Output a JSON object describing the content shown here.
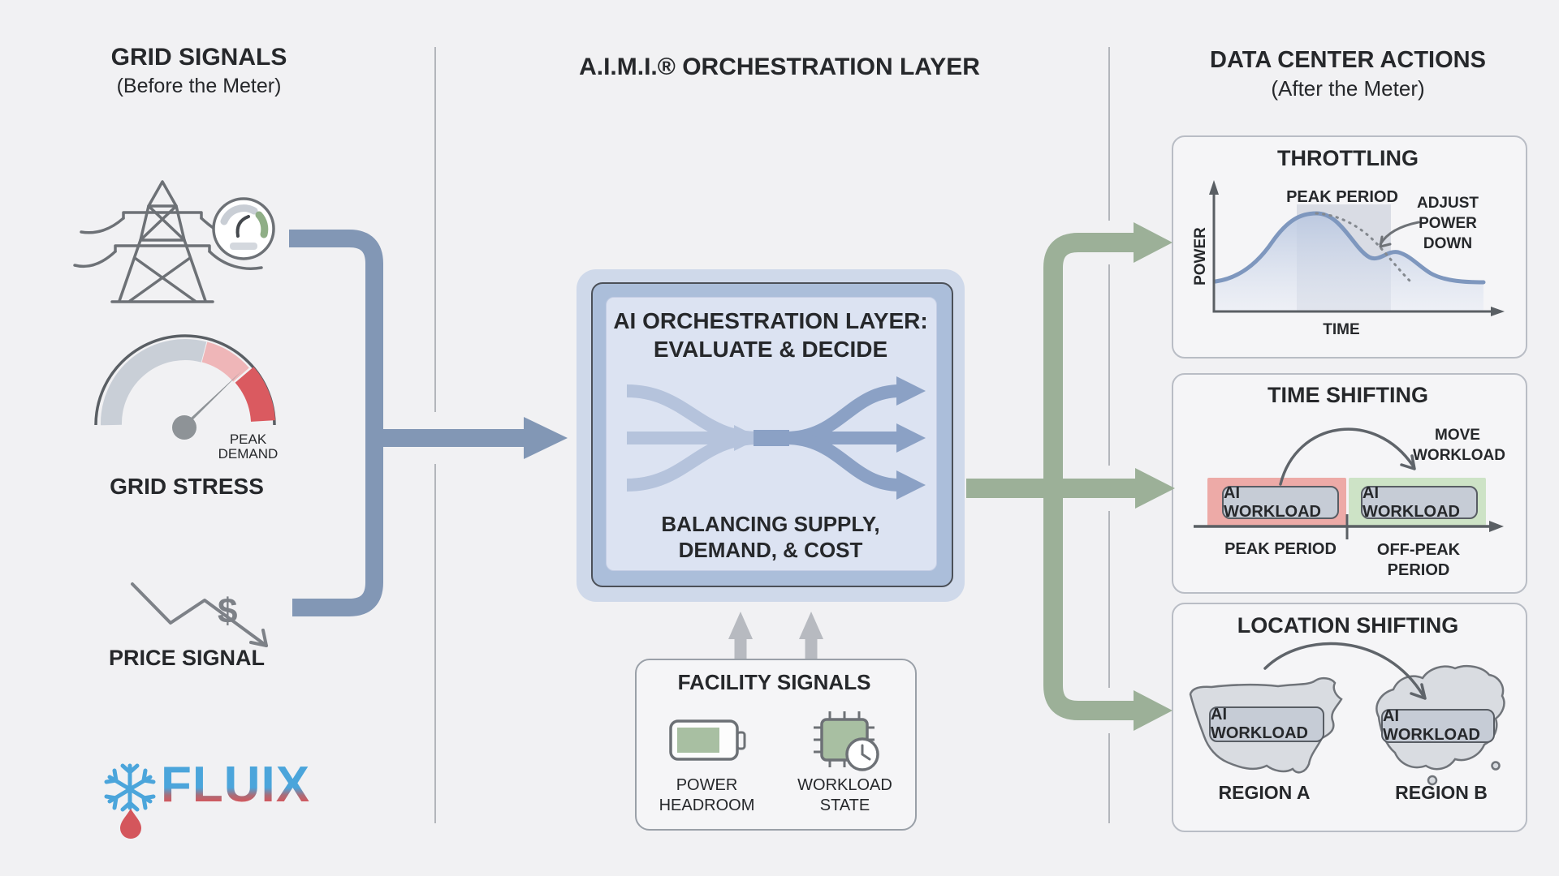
{
  "headers": {
    "left_title": "GRID SIGNALS",
    "left_subtitle": "(Before the Meter)",
    "center_title": "A.I.M.I.® ORCHESTRATION LAYER",
    "right_title": "DATA CENTER ACTIONS",
    "right_subtitle": "(After the Meter)"
  },
  "grid_signals": {
    "grid_stress_label": "GRID STRESS",
    "peak_demand_label": "PEAK\nDEMAND",
    "price_signal_label": "PRICE SIGNAL",
    "currency_symbol": "$"
  },
  "brand": {
    "name": "FLUIX"
  },
  "orchestration": {
    "title": "AI ORCHESTRATION LAYER:\nEVALUATE & DECIDE",
    "subtitle": "BALANCING SUPPLY,\nDEMAND, & COST"
  },
  "facility": {
    "title": "FACILITY SIGNALS",
    "power_label": "POWER\nHEADROOM",
    "workload_label": "WORKLOAD\nSTATE"
  },
  "throttling": {
    "title": "THROTTLING",
    "peak_label": "PEAK PERIOD",
    "annotation": "ADJUST\nPOWER\nDOWN",
    "y_axis": "POWER",
    "x_axis": "TIME"
  },
  "time_shifting": {
    "title": "TIME SHIFTING",
    "move_label": "MOVE\nWORKLOAD",
    "chip_left": "AI WORKLOAD",
    "chip_right": "AI WORKLOAD",
    "peak_label": "PEAK PERIOD",
    "offpeak_label": "OFF-PEAK\nPERIOD"
  },
  "location_shifting": {
    "title": "LOCATION SHIFTING",
    "chip_left": "AI WORKLOAD",
    "chip_right": "AI WORKLOAD",
    "region_left": "REGION A",
    "region_right": "REGION B"
  },
  "colors": {
    "connector_blue": "#8297b5",
    "connector_green": "#9cb098",
    "gauge_red": "#da5a60",
    "gauge_pink": "#efb6b8",
    "band_red": "#edaaa7",
    "band_green": "#cde3c6",
    "icon_green": "#a8bfa2",
    "brand_blue": "#4ba5db",
    "brand_red": "#d4565c"
  }
}
